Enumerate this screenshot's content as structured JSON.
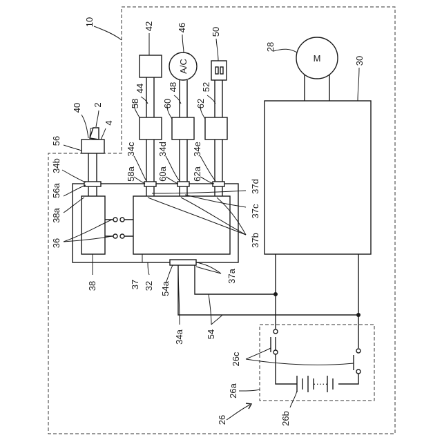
{
  "labels": {
    "l10": "10",
    "l42": "42",
    "l46": "46",
    "l50": "50",
    "l28": "28",
    "l30": "30",
    "l44": "44",
    "l48": "48",
    "l52": "52",
    "l40": "40",
    "l2": "2",
    "l4": "4",
    "l58": "58",
    "l60": "60",
    "l62": "62",
    "l56": "56",
    "l34b": "34b",
    "l56a": "56a",
    "l38a": "38a",
    "l36": "36",
    "l38": "38",
    "l37": "37",
    "l32": "32",
    "l54a": "54a",
    "l37a": "37a",
    "l34a": "34a",
    "l54": "54",
    "l58a": "58a",
    "l34c": "34c",
    "l60a": "60a",
    "l34d": "34d",
    "l62a": "62a",
    "l34e": "34e",
    "l37d": "37d",
    "l37c": "37c",
    "l37b": "37b",
    "l26c": "26c",
    "l26a": "26a",
    "l26": "26",
    "l26b": "26b"
  },
  "symbols": {
    "motor": "M",
    "ac": "A/C",
    "ellipsis": "·····"
  }
}
